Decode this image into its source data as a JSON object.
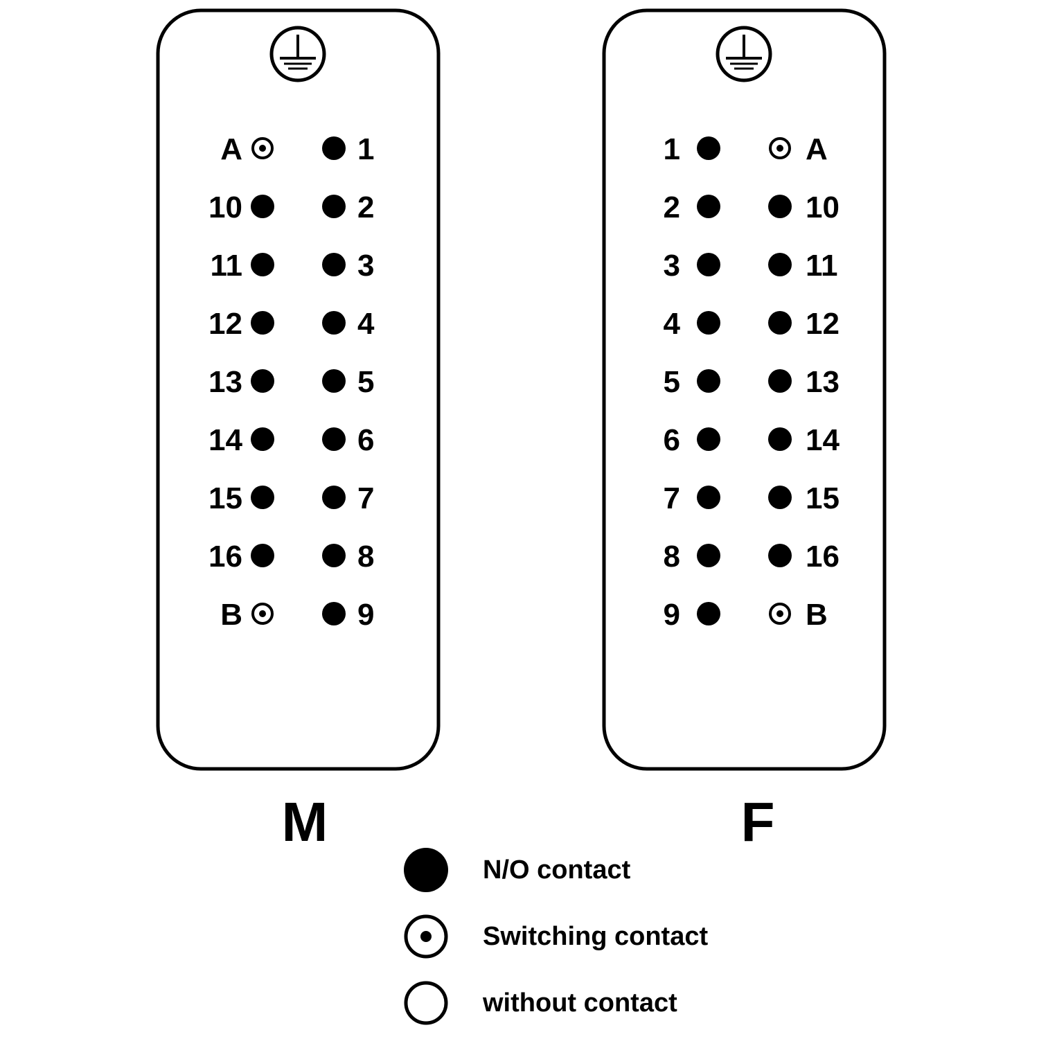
{
  "connectors": [
    {
      "label": "M",
      "left_labels": [
        "A",
        "10",
        "11",
        "12",
        "13",
        "14",
        "15",
        "16",
        "B"
      ],
      "left_types": [
        "switching",
        "no",
        "no",
        "no",
        "no",
        "no",
        "no",
        "no",
        "switching"
      ],
      "right_labels": [
        "1",
        "2",
        "3",
        "4",
        "5",
        "6",
        "7",
        "8",
        "9"
      ],
      "right_types": [
        "no",
        "no",
        "no",
        "no",
        "no",
        "no",
        "no",
        "no",
        "no"
      ]
    },
    {
      "label": "F",
      "left_labels": [
        "1",
        "2",
        "3",
        "4",
        "5",
        "6",
        "7",
        "8",
        "9"
      ],
      "left_types": [
        "no",
        "no",
        "no",
        "no",
        "no",
        "no",
        "no",
        "no",
        "no"
      ],
      "right_labels": [
        "A",
        "10",
        "11",
        "12",
        "13",
        "14",
        "15",
        "16",
        "B"
      ],
      "right_types": [
        "switching",
        "no",
        "no",
        "no",
        "no",
        "no",
        "no",
        "no",
        "switching"
      ]
    }
  ],
  "legend": [
    {
      "type": "no",
      "label": "N/O contact"
    },
    {
      "type": "switching",
      "label": "Switching contact"
    },
    {
      "type": "without",
      "label": "without contact"
    }
  ]
}
